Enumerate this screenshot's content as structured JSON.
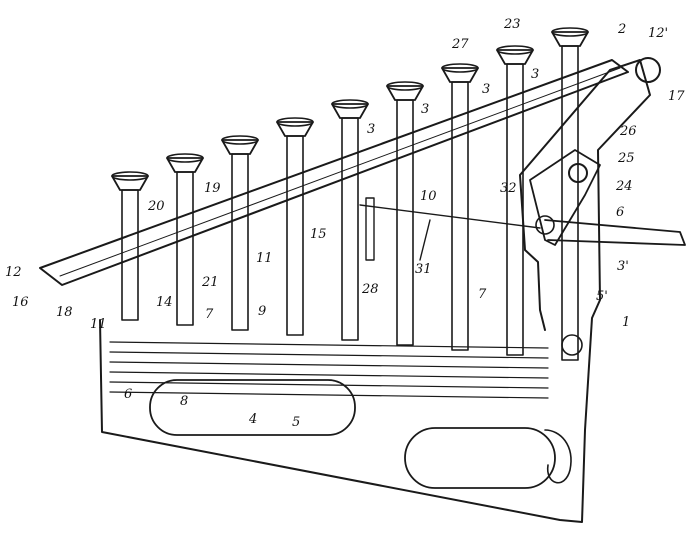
{
  "reference_numerals": [
    "23",
    "2",
    "12'",
    "17",
    "27",
    "3",
    "3",
    "3",
    "3",
    "26",
    "25",
    "24",
    "6",
    "32",
    "10",
    "20",
    "19",
    "15",
    "11",
    "31",
    "3'",
    "7",
    "5'",
    "1",
    "12",
    "16",
    "18",
    "11",
    "14",
    "21",
    "7",
    "28",
    "9",
    "6",
    "8",
    "4",
    "5"
  ],
  "colors": {
    "ink": "#1a1a1a",
    "paper": "#ffffff"
  },
  "key_count": 9
}
